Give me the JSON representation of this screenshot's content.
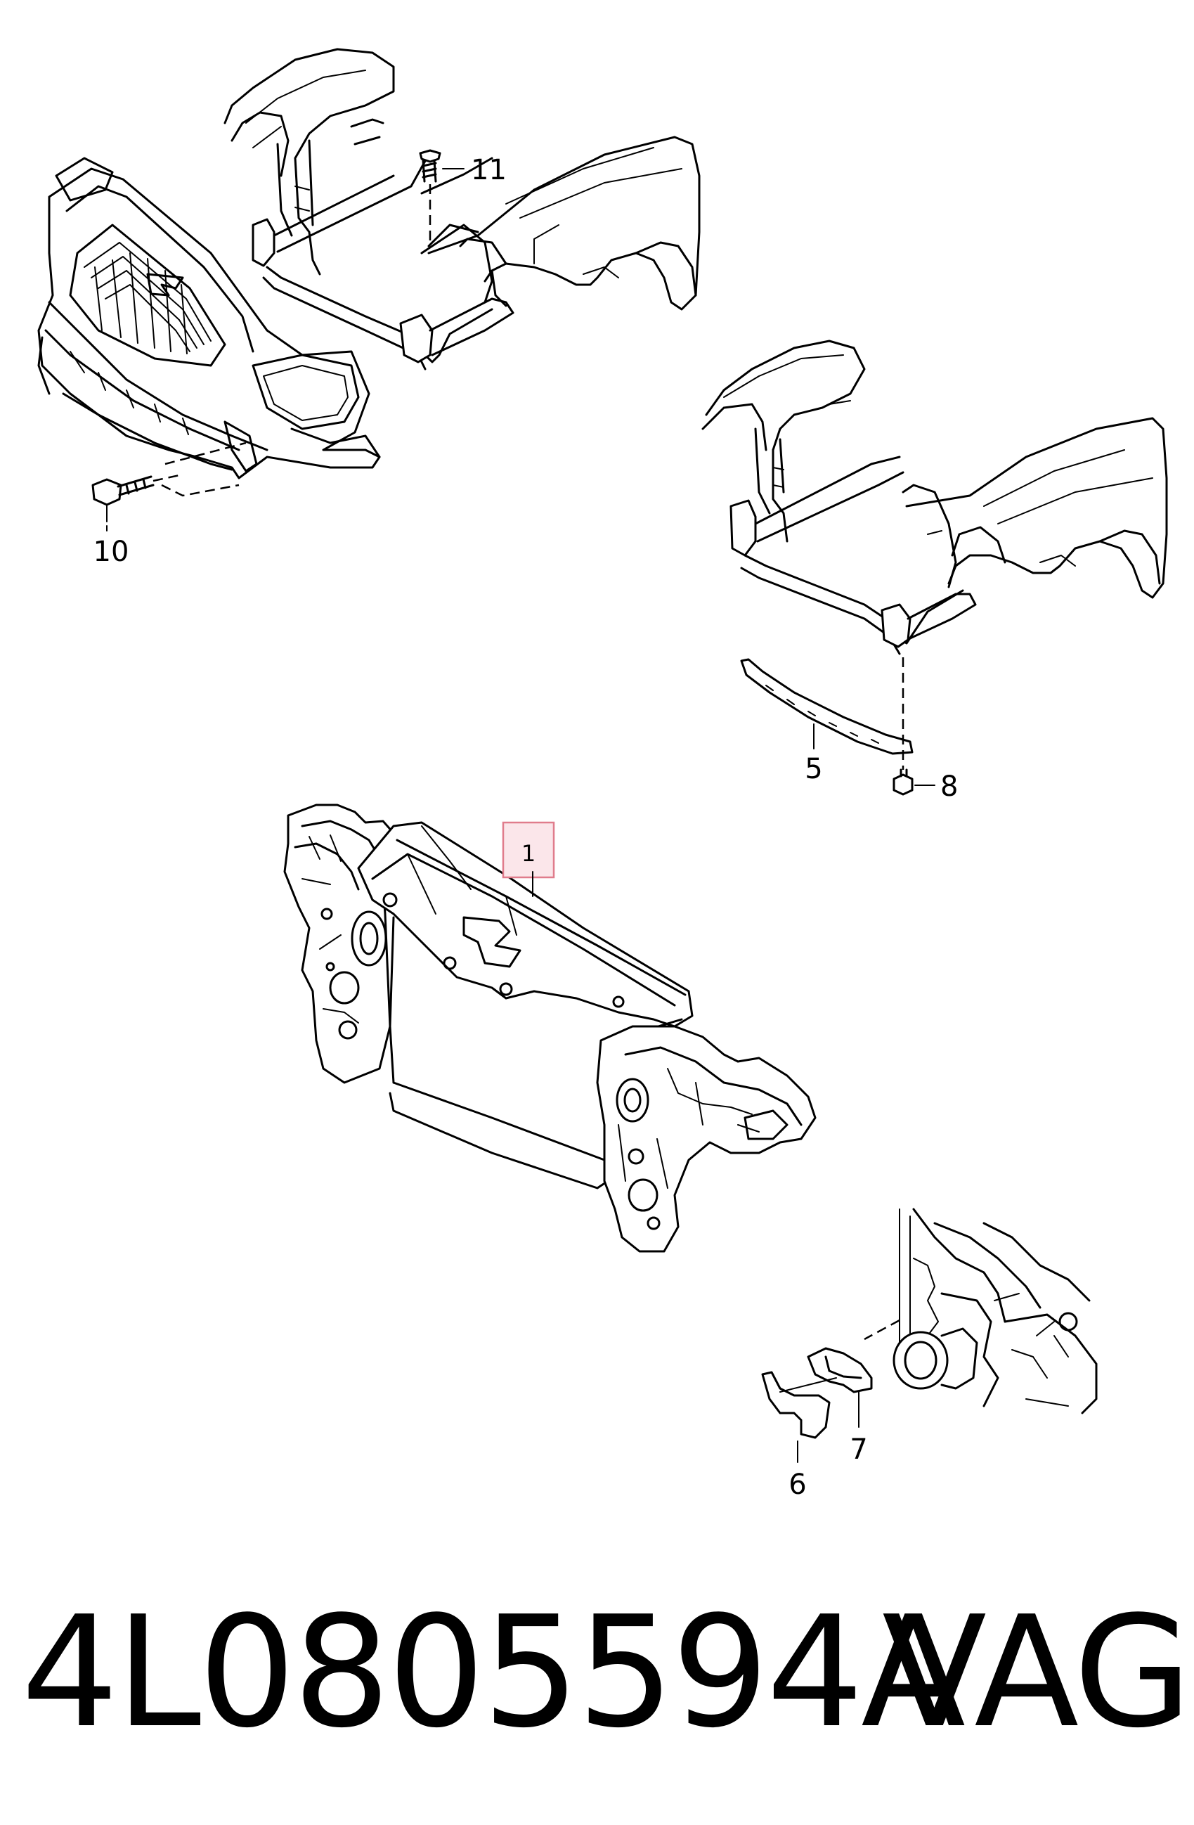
{
  "diagram": {
    "callouts": {
      "c1": "1",
      "c5": "5",
      "c6": "6",
      "c7": "7",
      "c8": "8",
      "c10": "10",
      "c11": "11"
    },
    "highlight_color": "#e07c8c"
  },
  "caption": {
    "part_number": "4L0805594A",
    "brand": "VAG"
  }
}
